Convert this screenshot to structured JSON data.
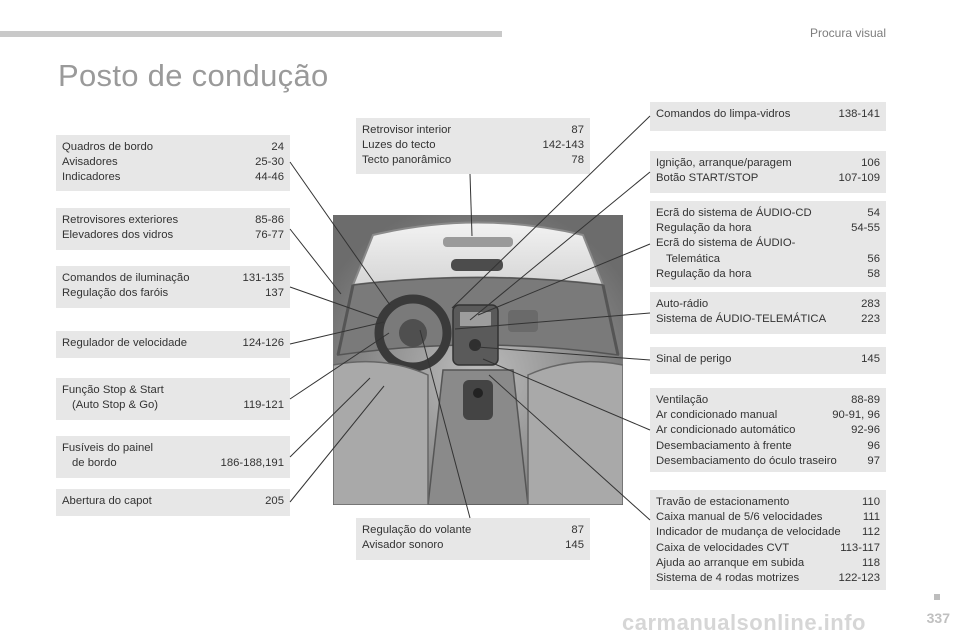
{
  "header": {
    "section": "Procura visual",
    "title": "Posto de condução"
  },
  "boxes": {
    "b1": [
      {
        "label": "Quadros de bordo",
        "page": "24"
      },
      {
        "label": "Avisadores",
        "page": "25-30"
      },
      {
        "label": "Indicadores",
        "page": "44-46"
      }
    ],
    "b2": [
      {
        "label": "Retrovisores exteriores",
        "page": "85-86"
      },
      {
        "label": "Elevadores dos vidros",
        "page": "76-77"
      }
    ],
    "b3": [
      {
        "label": "Comandos de iluminação",
        "page": "131-135"
      },
      {
        "label": "Regulação dos faróis",
        "page": "137"
      }
    ],
    "b4": [
      {
        "label": "Regulador de velocidade",
        "page": "124-126"
      }
    ],
    "b5": [
      {
        "label": "Função Stop & Start",
        "page": ""
      },
      {
        "label": "(Auto Stop & Go)",
        "page": "119-121"
      }
    ],
    "b6": [
      {
        "label": "Fusíveis do painel",
        "page": ""
      },
      {
        "label": "de bordo",
        "page": "186-188,191"
      }
    ],
    "b7": [
      {
        "label": "Abertura do capot",
        "page": "205"
      }
    ],
    "c1": [
      {
        "label": "Retrovisor interior",
        "page": "87"
      },
      {
        "label": "Luzes do tecto",
        "page": "142-143"
      },
      {
        "label": "Tecto panorâmico",
        "page": "78"
      }
    ],
    "c2": [
      {
        "label": "Regulação do volante",
        "page": "87"
      },
      {
        "label": "Avisador sonoro",
        "page": "145"
      }
    ],
    "r1": [
      {
        "label": "Comandos do limpa-vidros",
        "page": "138-141"
      }
    ],
    "r2": [
      {
        "label": "Ignição, arranque/paragem",
        "page": "106"
      },
      {
        "label": "Botão START/STOP",
        "page": "107-109"
      }
    ],
    "r3": [
      {
        "label": "Ecrã do sistema de ÁUDIO-CD",
        "page": "54"
      },
      {
        "label": "Regulação da hora",
        "page": "54-55"
      },
      {
        "label": "Ecrã do sistema de ÁUDIO-",
        "page": ""
      },
      {
        "label": "Telemática",
        "page": "56"
      },
      {
        "label": "Regulação da hora",
        "page": "58"
      }
    ],
    "r4": [
      {
        "label": "Auto-rádio",
        "page": "283"
      },
      {
        "label": "Sistema de ÁUDIO-TELEMÁTICA",
        "page": "223"
      }
    ],
    "r5": [
      {
        "label": "Sinal de perigo",
        "page": "145"
      }
    ],
    "r6": [
      {
        "label": "Ventilação",
        "page": "88-89"
      },
      {
        "label": "Ar condicionado manual",
        "page": "90-91, 96"
      },
      {
        "label": "Ar condicionado automático",
        "page": "92-96"
      },
      {
        "label": "Desembaciamento à frente",
        "page": "96"
      },
      {
        "label": "Desembaciamento do óculo traseiro",
        "page": "97"
      }
    ],
    "r7": [
      {
        "label": "Travão de estacionamento",
        "page": "110"
      },
      {
        "label": "Caixa manual de 5/6 velocidades",
        "page": "111"
      },
      {
        "label": "Indicador de mudança de velocidade",
        "page": "112"
      },
      {
        "label": "Caixa de velocidades CVT",
        "page": "113-117"
      },
      {
        "label": "Ajuda ao arranque em subida",
        "page": "118"
      },
      {
        "label": "Sistema de 4 rodas motrizes",
        "page": "122-123"
      }
    ]
  },
  "footer": {
    "page_number": "337",
    "watermark": "carmanualsonline.info"
  }
}
